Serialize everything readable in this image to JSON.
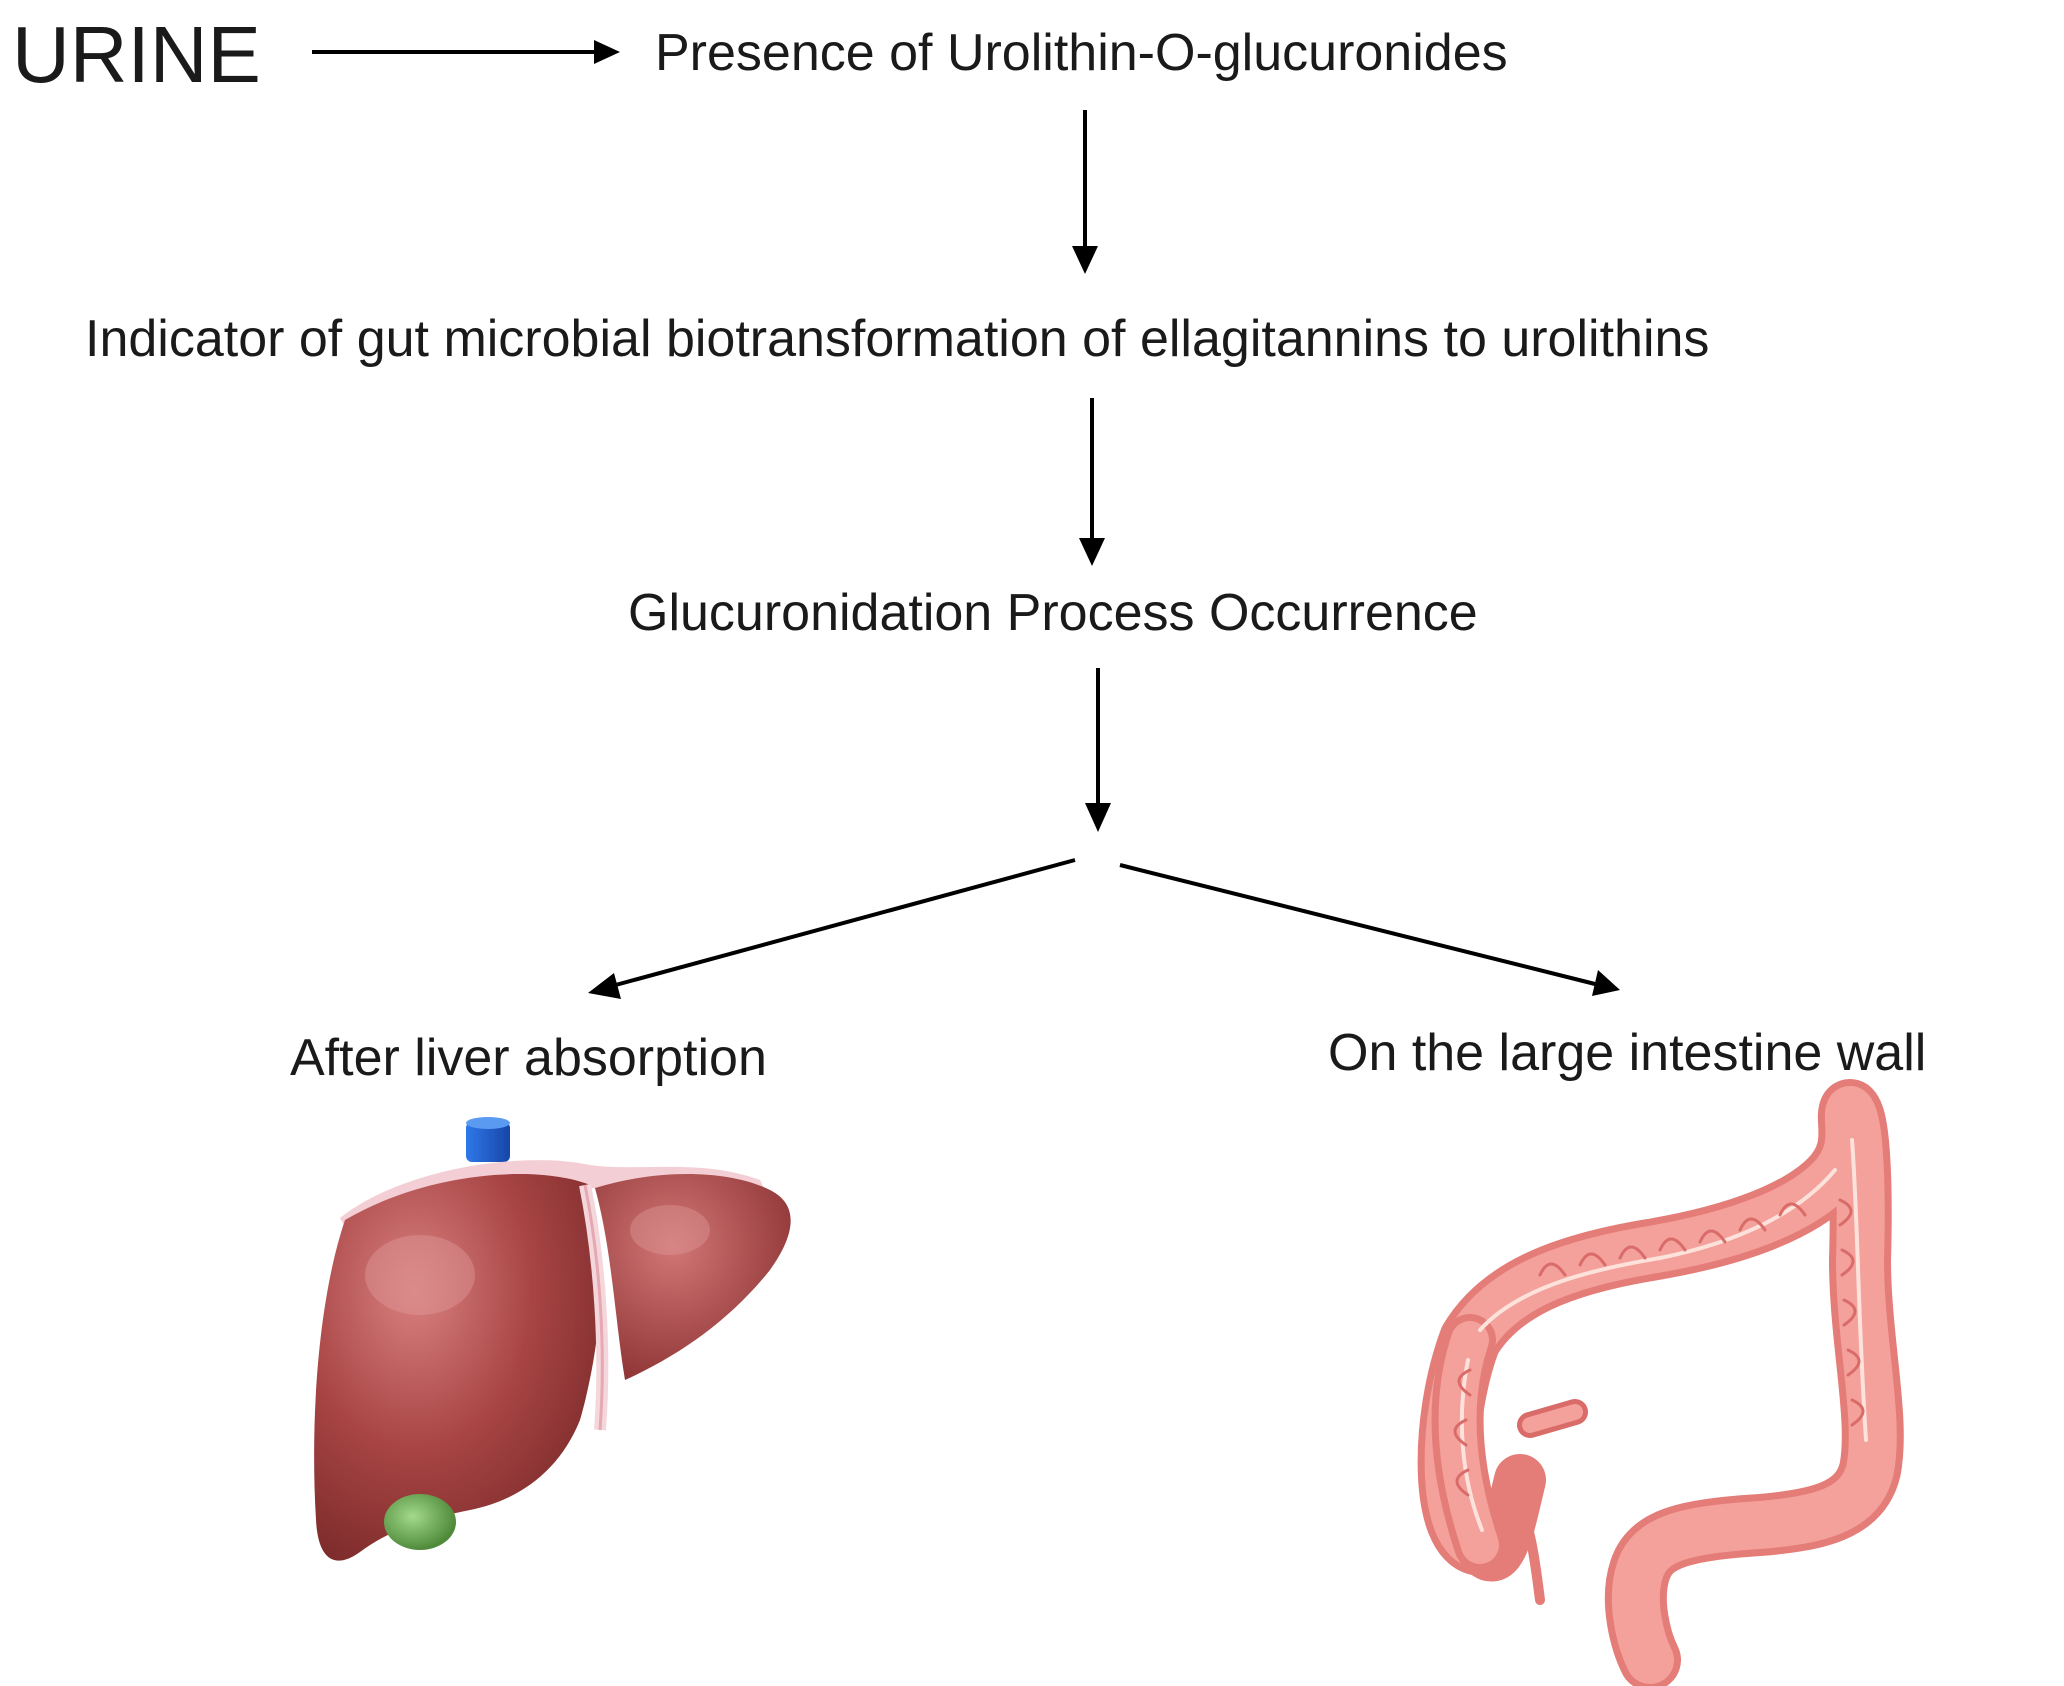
{
  "source_label": "URINE",
  "nodes": {
    "presence": "Presence of Urolithin-O-glucuronides",
    "indicator": "Indicator of gut microbial biotransformation of ellagitannins to urolithins",
    "glucuronidation": "Glucuronidation Process Occurrence",
    "liver": "After liver absorption",
    "intestine": "On the large intestine wall"
  },
  "icons": {
    "liver": "liver-icon",
    "intestine": "large-intestine-icon"
  },
  "colors": {
    "liver": "#a84040",
    "liver_highlight": "#c96a6a",
    "vein": "#1f5fd1",
    "gallbladder": "#6aa94e",
    "intestine": "#f08a86",
    "intestine_dark": "#d96c69"
  }
}
